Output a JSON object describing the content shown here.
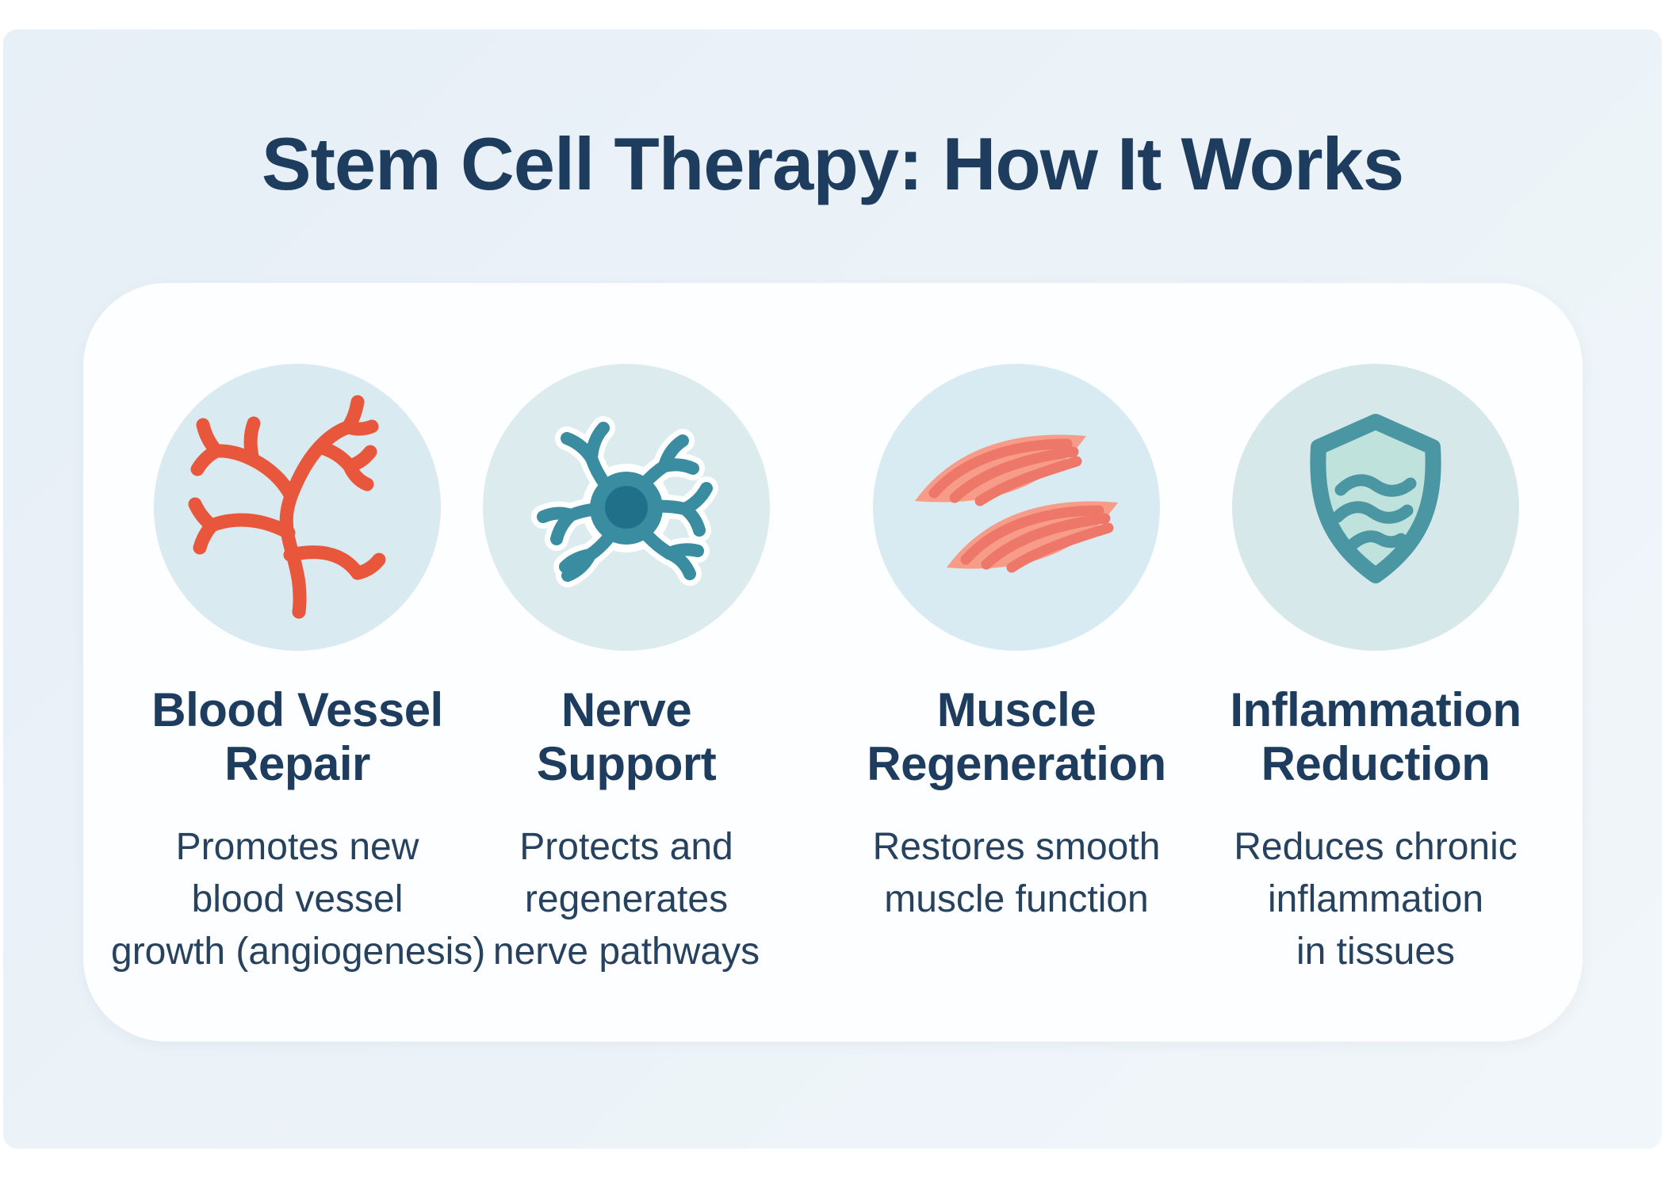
{
  "page": {
    "background_color": "#ffffff",
    "panel_color": "#eaf1f8",
    "card_color": "#fdfeff",
    "title_color": "#1d3c5e",
    "body_text_color": "#27425f"
  },
  "title": {
    "text": "Stem Cell Therapy: How It Works"
  },
  "columns": [
    {
      "id": "blood-vessel-repair",
      "icon": "blood-vessel-icon",
      "icon_circle_color": "#daeaf1",
      "icon_color": "#e8563c",
      "heading": "Blood Vessel Repair",
      "heading_lines": [
        "Blood Vessel",
        "Repair"
      ],
      "description": "Promotes new blood vessel growth (angiogenesis)",
      "description_lines": [
        "Promotes new",
        "blood vessel",
        "growth (angiogenesis)"
      ]
    },
    {
      "id": "nerve-support",
      "icon": "neuron-icon",
      "icon_circle_color": "#dcecee",
      "icon_color": "#3a8da0",
      "icon_accent": "#20708a",
      "icon_outline": "#ffffff",
      "heading": "Nerve Support",
      "heading_lines": [
        "Nerve",
        "Support"
      ],
      "description": "Protects and regenerates nerve pathways",
      "description_lines": [
        "Protects and",
        "regenerates",
        "nerve pathways"
      ]
    },
    {
      "id": "muscle-regeneration",
      "icon": "muscle-icon",
      "icon_circle_color": "#d9ebf2",
      "icon_color": "#f79c88",
      "icon_accent": "#ed7768",
      "heading": "Muscle Regeneration",
      "heading_lines": [
        "Muscle",
        "Regeneration"
      ],
      "description": "Restores smooth muscle function",
      "description_lines": [
        "Restores smooth",
        "muscle function"
      ]
    },
    {
      "id": "inflammation-reduction",
      "icon": "shield-icon",
      "icon_circle_color": "#d6e8e9",
      "icon_color": "#4a96a3",
      "icon_fill": "#c0e2dd",
      "heading": "Inflammation Reduction",
      "heading_lines": [
        "Inflammation",
        "Reduction"
      ],
      "description": "Reduces chronic inflammation in tissues",
      "description_lines": [
        "Reduces chronic",
        "inflammation",
        "in tissues"
      ]
    }
  ]
}
